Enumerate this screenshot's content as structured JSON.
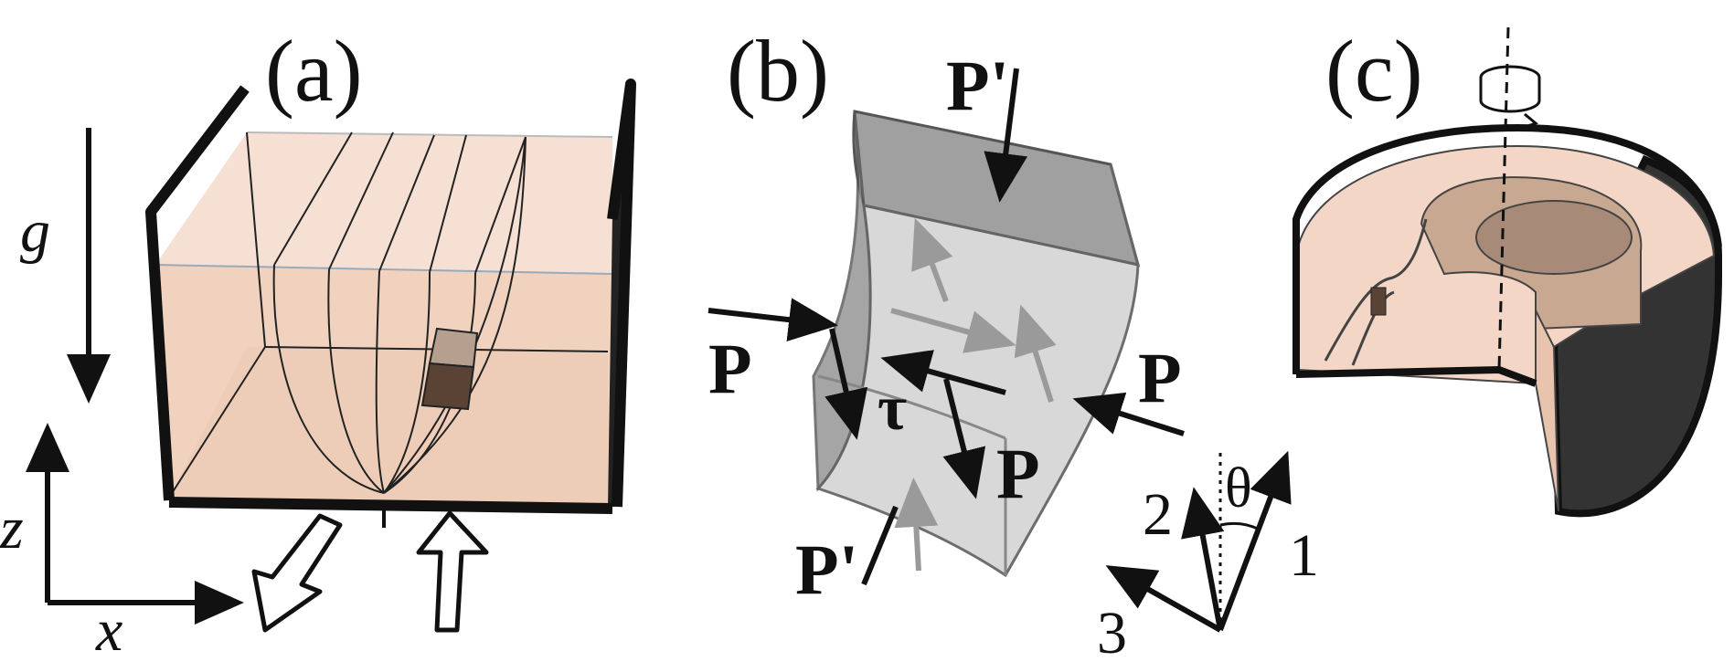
{
  "panels": {
    "a": {
      "label": "(a)",
      "gravity_label": "g",
      "axis_z_label": "z",
      "axis_x_label": "x"
    },
    "b": {
      "label": "(b)",
      "top_load_label": "P'",
      "bottom_load_label": "P'",
      "left_load_label": "P",
      "right_load_label": "P",
      "inner_load_label": "P",
      "shear_label": "τ",
      "axis_1_label": "1",
      "axis_2_label": "2",
      "axis_3_label": "3",
      "angle_label": "θ"
    },
    "c": {
      "label": "(c)"
    }
  },
  "colors": {
    "fluid_fill": "#f3d6c6",
    "fluid_side": "#ecc9b4",
    "wall_dark": "#111111",
    "wall_side": "#333333",
    "cube_light": "#d6d6d6",
    "cube_dark": "#a0a0a0",
    "intruder_light": "#b5a08f",
    "intruder_dark": "#5a4335",
    "arrow_grey": "#9a9a9a"
  }
}
